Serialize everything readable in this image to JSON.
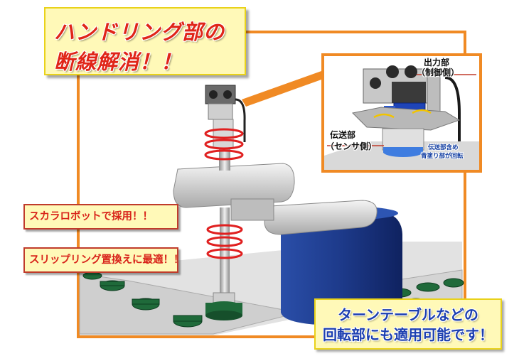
{
  "title": {
    "line1": "ハンドリング部の",
    "line2": "断線解消！！"
  },
  "notes": {
    "scara": "スカラロボットで採用！！",
    "slipring": "スリップリング置換えに最適！！"
  },
  "inset": {
    "output_label": "出力部",
    "output_sub": "（制御側）",
    "transmit_label": "伝送部",
    "transmit_sub": "（センサ側）",
    "rotate_note_line1": "伝送部含め",
    "rotate_note_line2": "青塗り部が回転"
  },
  "bottom": {
    "line1": "ターンテーブルなどの",
    "line2": "回転部にも適用可能です！"
  },
  "colors": {
    "frame": "#f08a24",
    "title_text": "#e02518",
    "callout_bg": "#fff9b8",
    "callout_border": "#e9d21a",
    "note_border": "#c03b2b",
    "bottom_text": "#1c3fb0",
    "robot_arm": "#d9d9d9",
    "robot_base": "#1e3c8c",
    "workpiece": "#1f6a3a",
    "rotation_arrow": "#e02020"
  }
}
